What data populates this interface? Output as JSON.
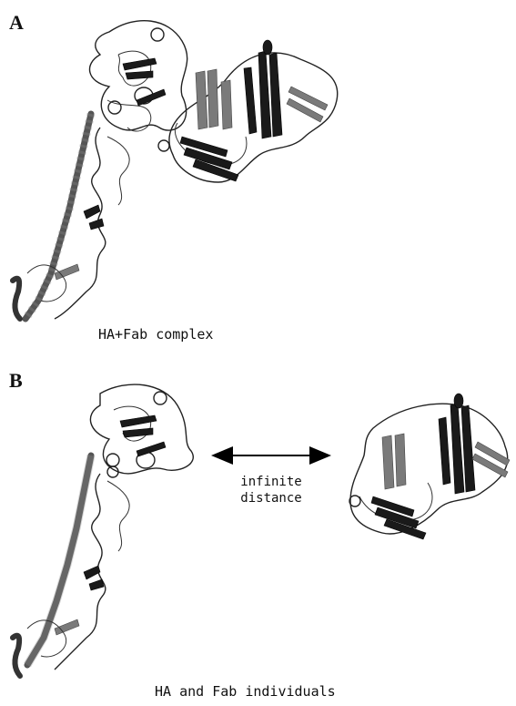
{
  "panel_a": {
    "label": "A",
    "caption": "HA+Fab complex"
  },
  "panel_b": {
    "label": "B",
    "caption": "HA and Fab individuals",
    "arrow_label_line1": "infinite",
    "arrow_label_line2": "distance"
  }
}
